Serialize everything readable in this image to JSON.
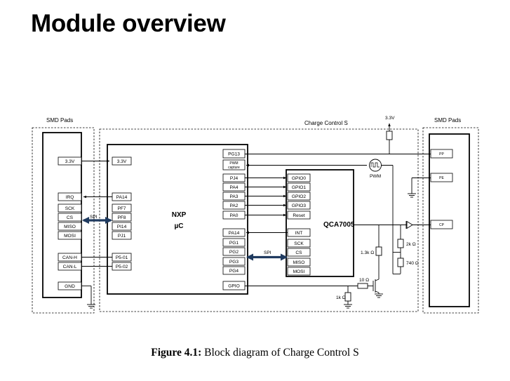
{
  "title": "Module overview",
  "caption": {
    "label": "Figure 4.1:",
    "text": " Block diagram of Charge Control S"
  },
  "diagram": {
    "smd_left_title": "SMD Pads",
    "smd_right_title": "SMD Pads",
    "cc_title": "Charge Control S",
    "left_pads": [
      "3.3V",
      "IRQ",
      "SCK",
      "CS",
      "MISO",
      "MOSI",
      "CAN-H",
      "CAN-L",
      "GND"
    ],
    "nxp_left_pins": [
      "3.3V",
      "PA14",
      "PF7",
      "PF8",
      "PI14",
      "PJ1",
      "P5-01",
      "P5-02"
    ],
    "nxp_name": "NXP",
    "nxp_sub": "µC",
    "nxp_right_pins": [
      "PG13",
      "PWM",
      "capture",
      "PJ4",
      "PA4",
      "PA3",
      "PA2",
      "PA0",
      "PA14",
      "PG1",
      "PG2",
      "PG3",
      "PG4",
      "GPIO"
    ],
    "qca_name": "QCA7005",
    "qca_pins": [
      "GPIO0",
      "GPIO1",
      "GPIO2",
      "GPIO3",
      "Reset",
      "INT",
      "SCK",
      "CS",
      "MISO",
      "MOSI"
    ],
    "spi_left": "SPI",
    "spi_mid": "SPI",
    "supply": "3.3V",
    "pwm": "PWM",
    "resistors": [
      "2k Ω",
      "740 Ω",
      "1.3k Ω",
      "10 Ω",
      "1k Ω"
    ],
    "right_pads": [
      "PP",
      "PE",
      "CP"
    ]
  }
}
